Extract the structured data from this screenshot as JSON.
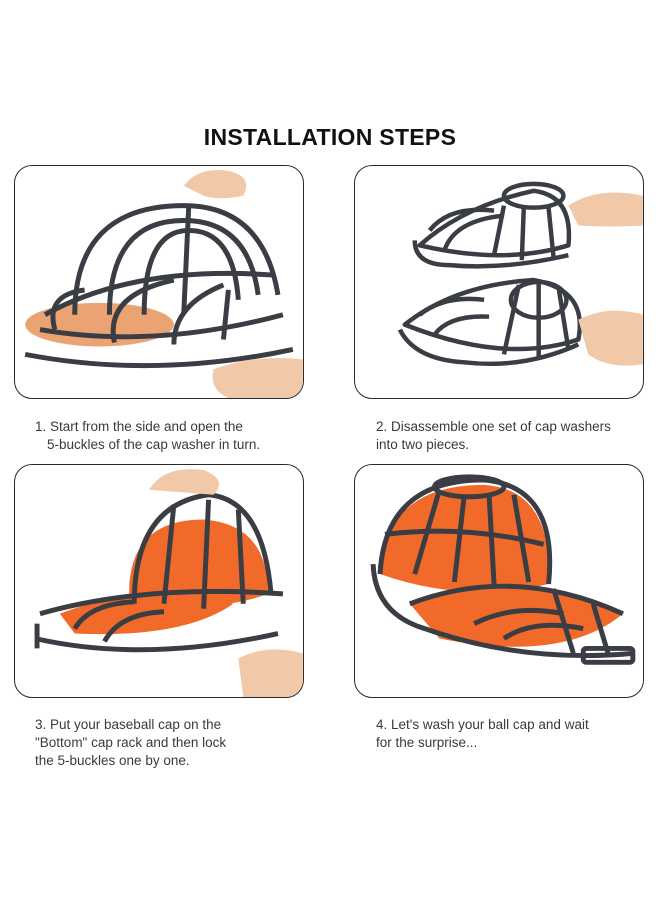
{
  "title": "INSTALLATION STEPS",
  "steps": [
    {
      "lines": [
        "1. Start from the side and open the",
        "5-buckles of the cap washer in turn."
      ]
    },
    {
      "lines": [
        "2. Disassemble one set of cap washers",
        "into two pieces."
      ]
    },
    {
      "lines": [
        "3. Put your baseball cap on the",
        "\"Bottom\" cap rack and then lock",
        "the 5-buckles one by one."
      ]
    },
    {
      "lines": [
        "4. Let's wash your ball cap and wait",
        "for the surprise..."
      ]
    }
  ],
  "colors": {
    "frame": "#3a3d44",
    "cap": "#f26a2a",
    "skin": "#f1c9a8",
    "border": "#2a2a2a"
  },
  "icons": [
    "cage-frame-image",
    "hand-image",
    "orange-cap-image"
  ]
}
